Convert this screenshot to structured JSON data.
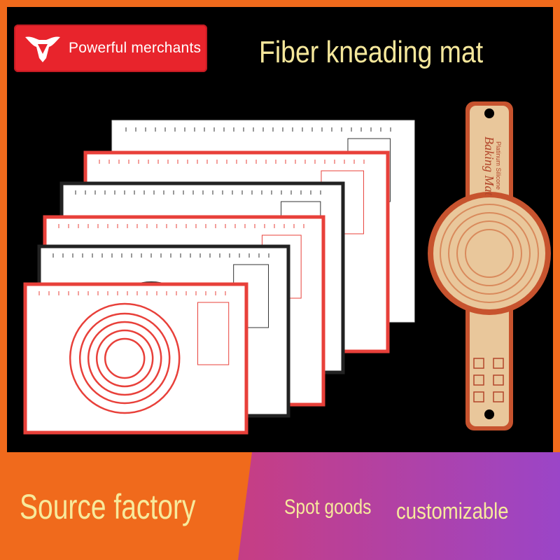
{
  "badge": {
    "label": "Powerful merchants",
    "color": "#e8242c",
    "icon": "bull-head-icon"
  },
  "headline": {
    "text": "Fiber kneading mat",
    "color": "#f5e79b"
  },
  "strap": {
    "brand_script": "Baking Mat",
    "sub_label": "Platinum Silicone"
  },
  "mat_colors": [
    "#ffffff",
    "#e8403a",
    "#222222",
    "#e8403a",
    "#222222",
    "#e8403a"
  ],
  "bottom": {
    "left_label": "Source factory",
    "middle_label": "Spot goods",
    "right_label": "customizable",
    "left_bg": "#f06a1c",
    "gradient": [
      "#9d3b7c",
      "#c53e86",
      "#9b45c7"
    ]
  }
}
